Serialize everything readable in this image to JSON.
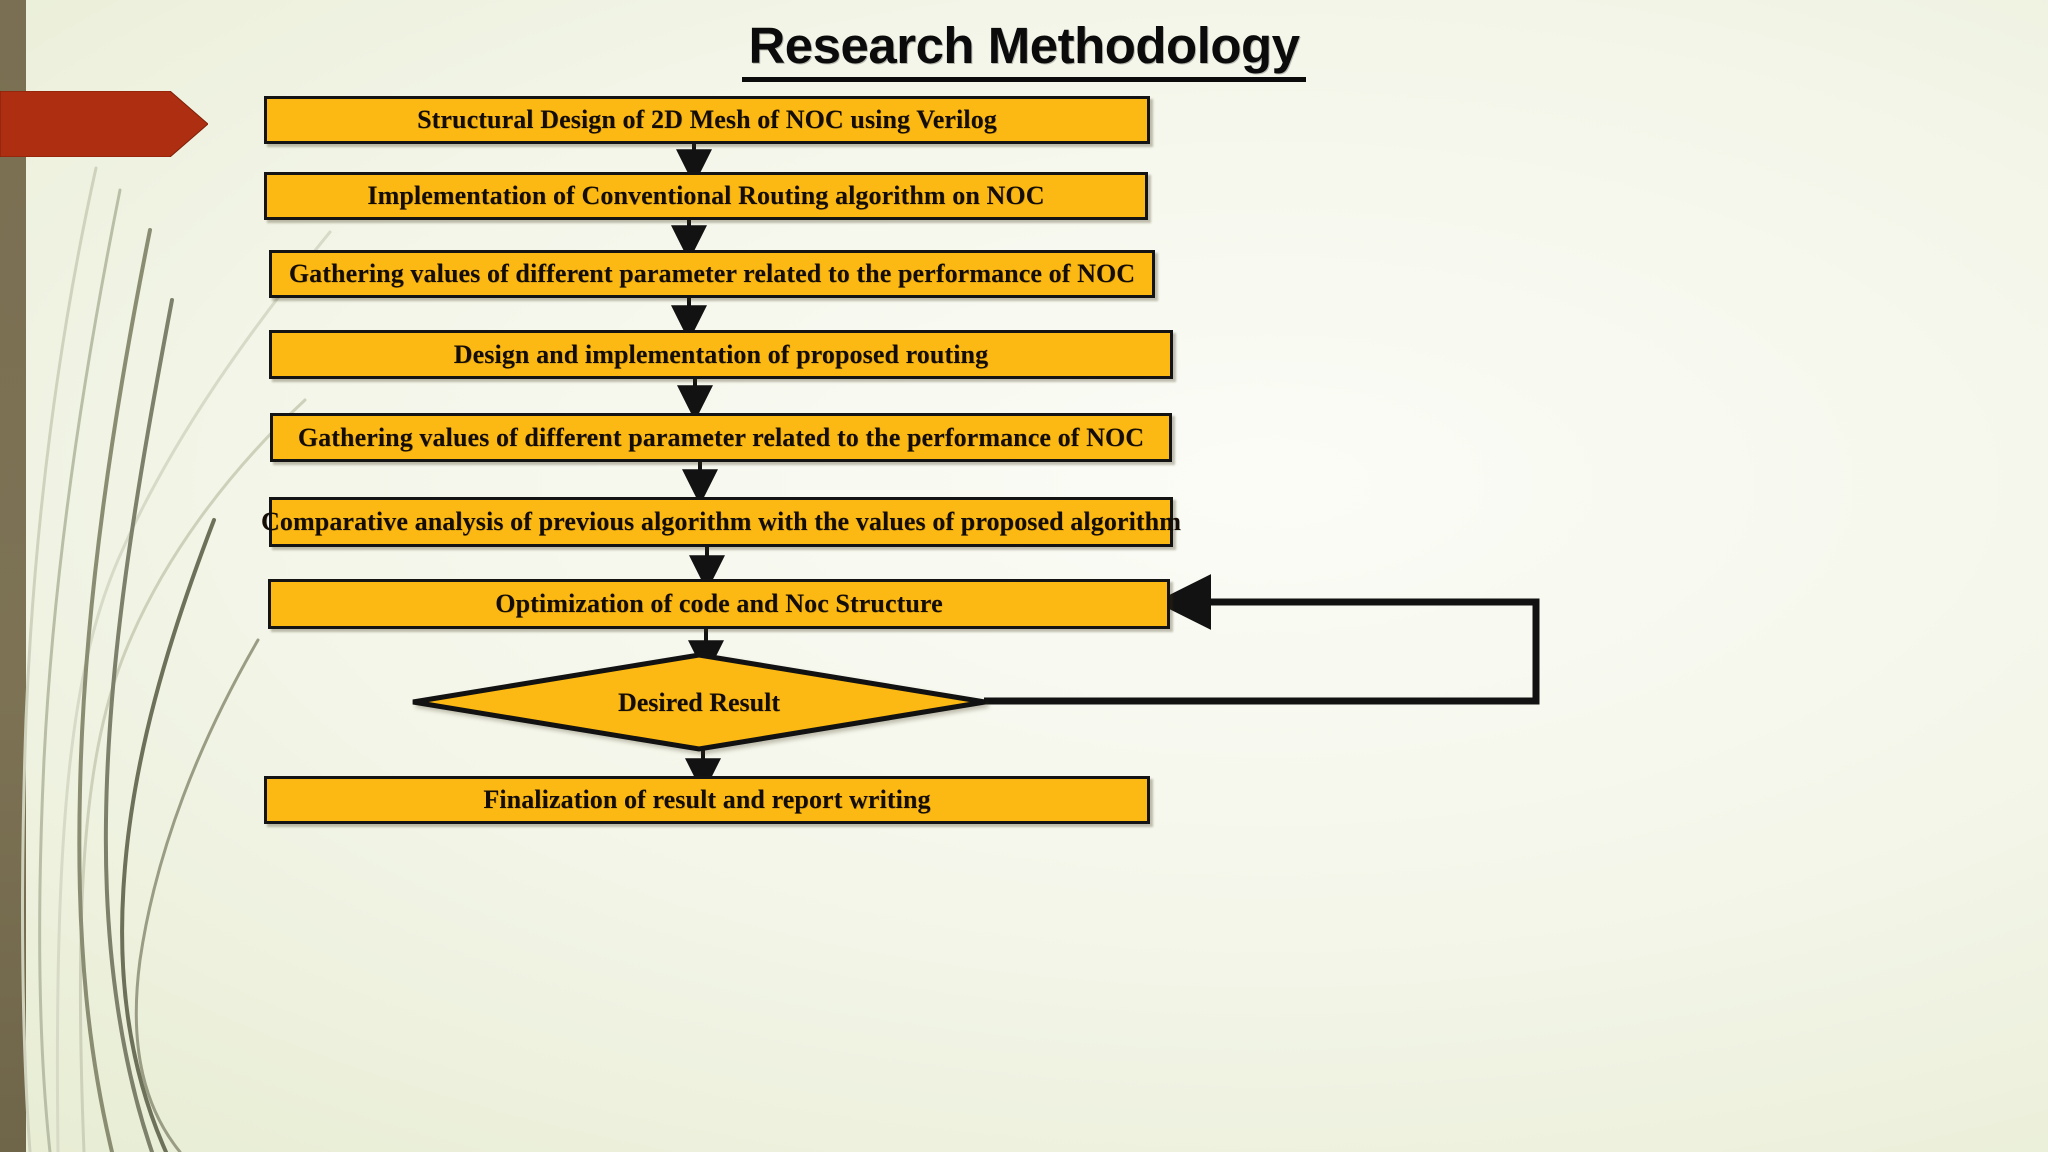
{
  "slide": {
    "title": "Research Methodology",
    "background_color": "#eef1e0",
    "accent_box_color": "#FCB813",
    "accent_banner_color": "#ae2e11",
    "left_bar_color": "#7a6f52",
    "text_color": "#140d05"
  },
  "flowchart": {
    "type": "flowchart",
    "orientation": "top-to-bottom",
    "nodes": [
      {
        "id": "n1",
        "shape": "rectangle",
        "label": "Structural Design of 2D Mesh of NOC using Verilog"
      },
      {
        "id": "n2",
        "shape": "rectangle",
        "label": "Implementation of Conventional Routing algorithm on NOC"
      },
      {
        "id": "n3",
        "shape": "rectangle",
        "label": "Gathering values of different parameter related to the performance of NOC"
      },
      {
        "id": "n4",
        "shape": "rectangle",
        "label": "Design and implementation of proposed routing"
      },
      {
        "id": "n5",
        "shape": "rectangle",
        "label": "Gathering values of different parameter related to the performance of NOC"
      },
      {
        "id": "n6",
        "shape": "rectangle",
        "label": "Comparative analysis of previous algorithm with the values of proposed algorithm"
      },
      {
        "id": "n7",
        "shape": "rectangle",
        "label": "Optimization of code and Noc Structure"
      },
      {
        "id": "n8",
        "shape": "diamond",
        "label": "Desired Result"
      },
      {
        "id": "n9",
        "shape": "rectangle",
        "label": "Finalization of result and report writing"
      }
    ],
    "edges": [
      {
        "from": "n1",
        "to": "n2",
        "kind": "arrow-down"
      },
      {
        "from": "n2",
        "to": "n3",
        "kind": "arrow-down"
      },
      {
        "from": "n3",
        "to": "n4",
        "kind": "arrow-down"
      },
      {
        "from": "n4",
        "to": "n5",
        "kind": "arrow-down"
      },
      {
        "from": "n5",
        "to": "n6",
        "kind": "arrow-down"
      },
      {
        "from": "n6",
        "to": "n7",
        "kind": "arrow-down"
      },
      {
        "from": "n7",
        "to": "n8",
        "kind": "arrow-down"
      },
      {
        "from": "n8",
        "to": "n9",
        "kind": "arrow-down"
      },
      {
        "from": "n8",
        "to": "n7",
        "kind": "feedback-loop-right"
      }
    ]
  }
}
